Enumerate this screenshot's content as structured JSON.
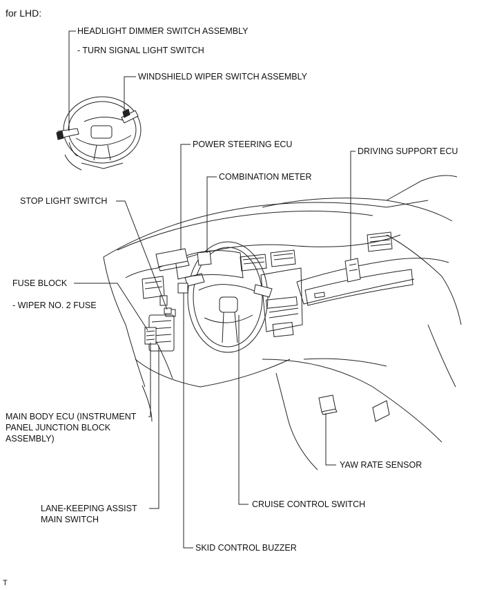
{
  "header": "for LHD:",
  "labels": {
    "headlight_dimmer": "HEADLIGHT DIMMER SWITCH ASSEMBLY",
    "turn_signal": "- TURN SIGNAL LIGHT SWITCH",
    "wiper_switch": "WINDSHIELD WIPER SWITCH ASSEMBLY",
    "power_steering_ecu": "POWER STEERING ECU",
    "driving_support_ecu": "DRIVING SUPPORT ECU",
    "combination_meter": "COMBINATION METER",
    "stop_light_switch": "STOP LIGHT SWITCH",
    "fuse_block": "FUSE BLOCK",
    "wiper_fuse": "- WIPER NO. 2 FUSE",
    "main_body_ecu_1": "MAIN BODY ECU (INSTRUMENT",
    "main_body_ecu_2": "PANEL JUNCTION BLOCK",
    "main_body_ecu_3": "ASSEMBLY)",
    "yaw_rate_sensor": "YAW RATE SENSOR",
    "cruise_control_switch": "CRUISE CONTROL SWITCH",
    "lane_keeping_1": "LANE-KEEPING ASSIST",
    "lane_keeping_2": "MAIN SWITCH",
    "skid_control_buzzer": "SKID CONTROL BUZZER"
  },
  "footer_mark": "T"
}
